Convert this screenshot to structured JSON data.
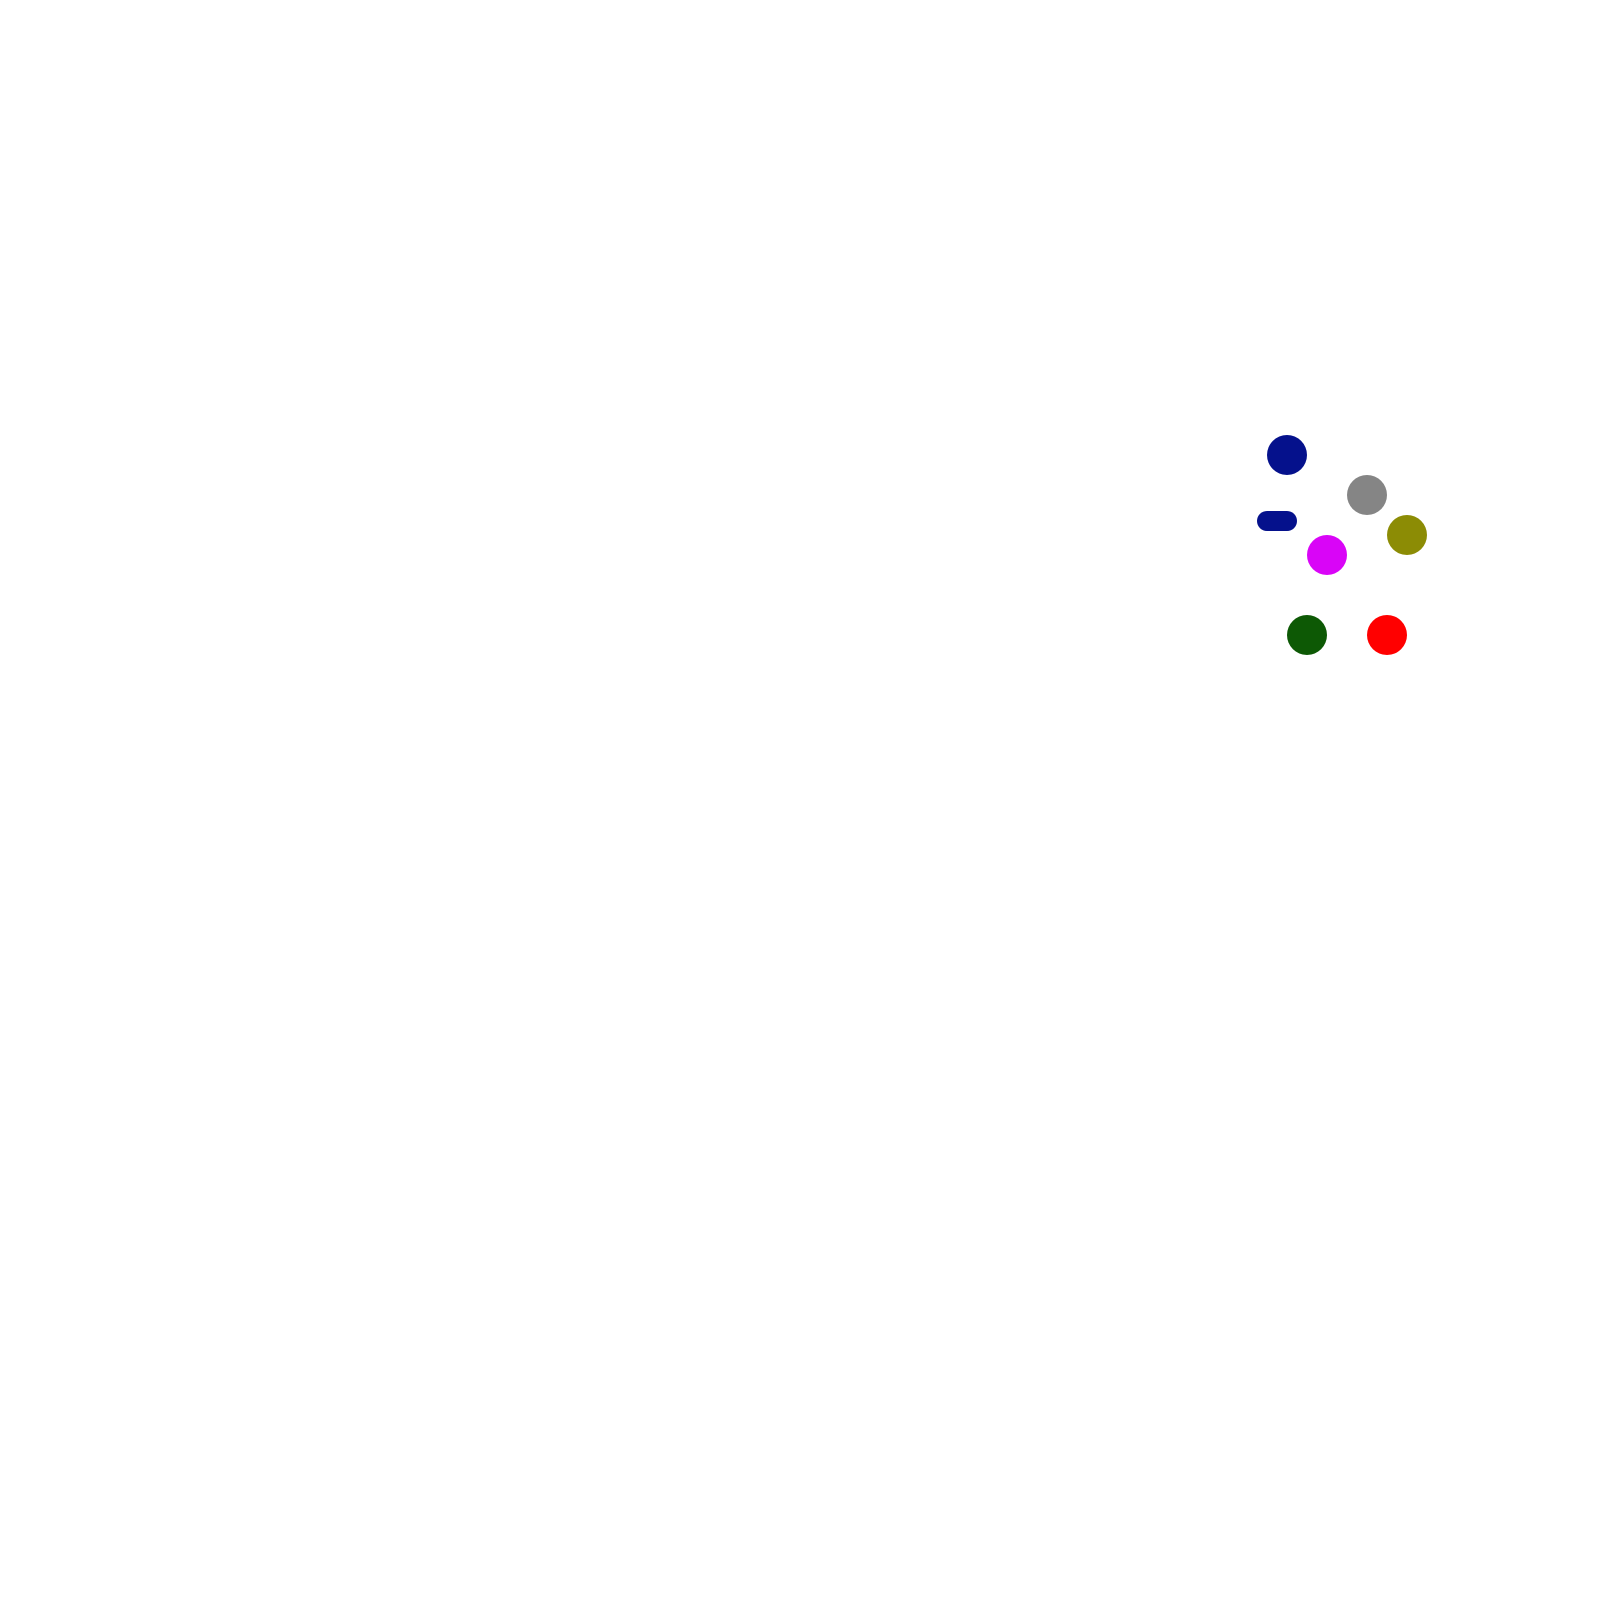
{
  "board": {
    "background": "#ffffff",
    "pieces": [
      {
        "id": "token-navy",
        "shape": "circle",
        "color": "#05118c"
      },
      {
        "id": "token-gray",
        "shape": "circle",
        "color": "#858585"
      },
      {
        "id": "token-pill-navy",
        "shape": "pill",
        "color": "#05118c"
      },
      {
        "id": "token-olive",
        "shape": "circle",
        "color": "#8c8c05"
      },
      {
        "id": "token-magenta",
        "shape": "circle",
        "color": "#d905f7"
      },
      {
        "id": "token-darkgreen",
        "shape": "circle",
        "color": "#0d5905"
      },
      {
        "id": "token-red",
        "shape": "circle",
        "color": "#ff0000"
      }
    ]
  }
}
